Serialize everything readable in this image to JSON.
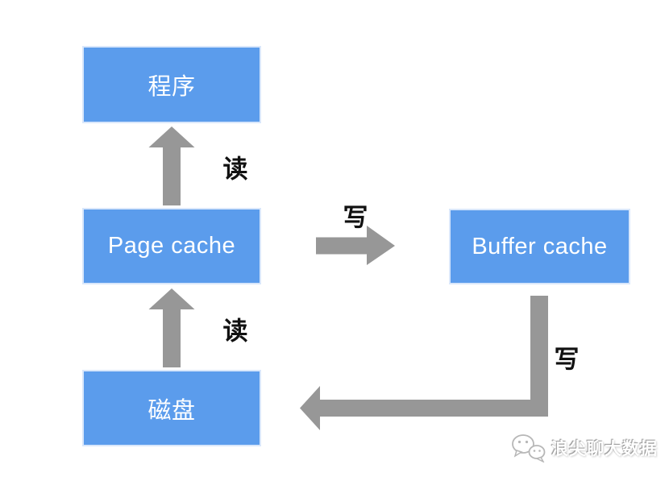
{
  "diagram": {
    "nodes": {
      "program": {
        "label": "程序"
      },
      "page_cache": {
        "label": "Page cache"
      },
      "buffer_cache": {
        "label": "Buffer cache"
      },
      "disk": {
        "label": "磁盘"
      }
    },
    "edges": [
      {
        "id": "read-page-cache-to-program",
        "from": "page_cache",
        "to": "program",
        "label": "读",
        "direction": "up"
      },
      {
        "id": "read-disk-to-page-cache",
        "from": "disk",
        "to": "page_cache",
        "label": "读",
        "direction": "up"
      },
      {
        "id": "write-page-cache-to-buffer-cache",
        "from": "page_cache",
        "to": "buffer_cache",
        "label": "写",
        "direction": "right"
      },
      {
        "id": "write-buffer-cache-to-disk",
        "from": "buffer_cache",
        "to": "disk",
        "label": "写",
        "direction": "down-left"
      }
    ],
    "colors": {
      "node_fill": "#5b9cec",
      "node_border": "#d9e7fb",
      "node_text": "#ffffff",
      "arrow": "#979797",
      "edge_label_text": "#111111"
    }
  },
  "watermark": {
    "text": "浪尖聊大数据",
    "icon": "wechat-bubbles-icon"
  }
}
